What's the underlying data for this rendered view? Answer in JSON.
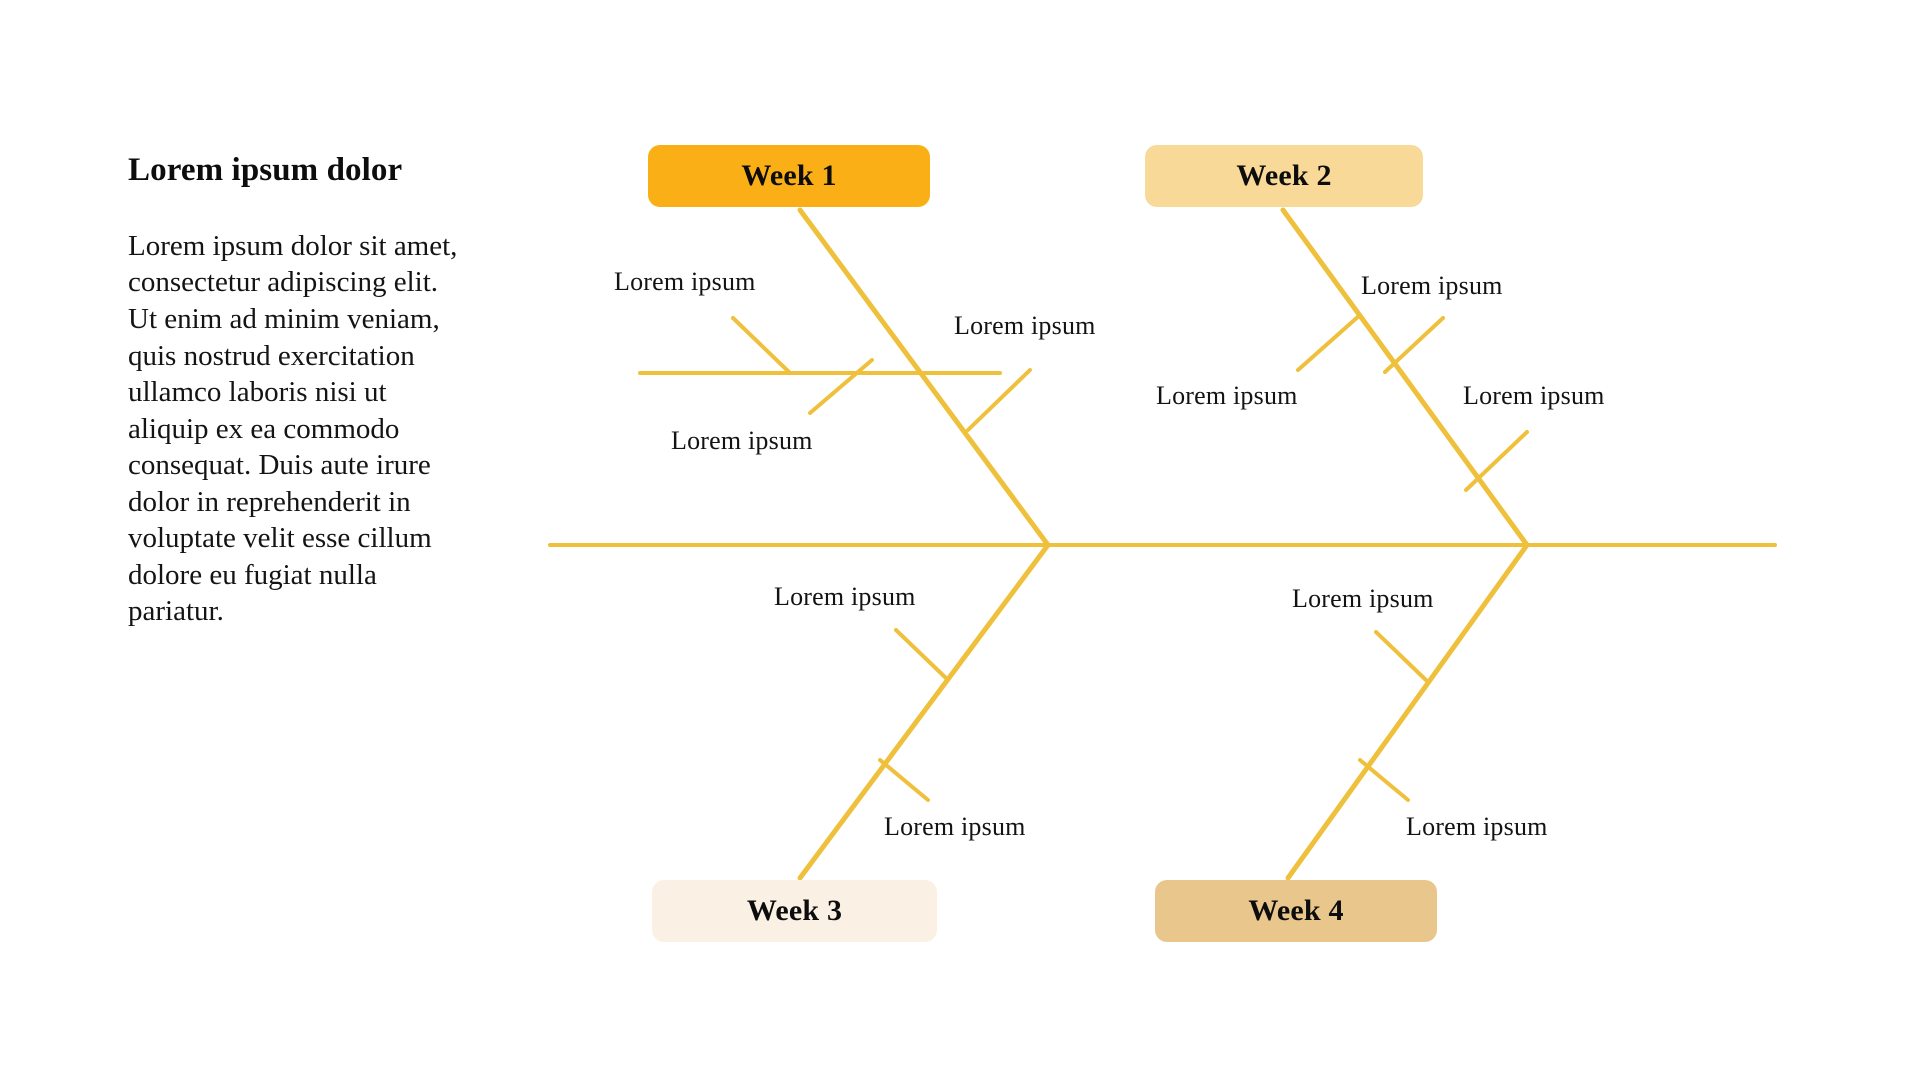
{
  "panel": {
    "heading": "Lorem ipsum dolor",
    "body": "Lorem ipsum dolor sit amet, consectetur adipiscing elit. Ut enim ad minim veniam, quis nostrud exercitation ullamco laboris nisi ut aliquip ex ea commodo consequat. Duis aute irure dolor in reprehenderit in voluptate velit esse cillum dolore eu fugiat nulla pariatur."
  },
  "diagram": {
    "type": "fishbone",
    "spine_color": "#EFC03C",
    "categories": [
      {
        "id": "week-1",
        "label": "Week 1",
        "position": "upper-left",
        "box_color": "#FBAF17",
        "causes": [
          "Lorem ipsum",
          "Lorem ipsum",
          "Lorem ipsum"
        ]
      },
      {
        "id": "week-2",
        "label": "Week 2",
        "position": "upper-right",
        "box_color": "#F8D998",
        "causes": [
          "Lorem ipsum",
          "Lorem ipsum",
          "Lorem ipsum"
        ]
      },
      {
        "id": "week-3",
        "label": "Week 3",
        "position": "lower-left",
        "box_color": "#FAF1E4",
        "causes": [
          "Lorem ipsum",
          "Lorem ipsum"
        ]
      },
      {
        "id": "week-4",
        "label": "Week 4",
        "position": "lower-right",
        "box_color": "#E9C68C",
        "causes": [
          "Lorem ipsum",
          "Lorem ipsum"
        ]
      }
    ]
  }
}
